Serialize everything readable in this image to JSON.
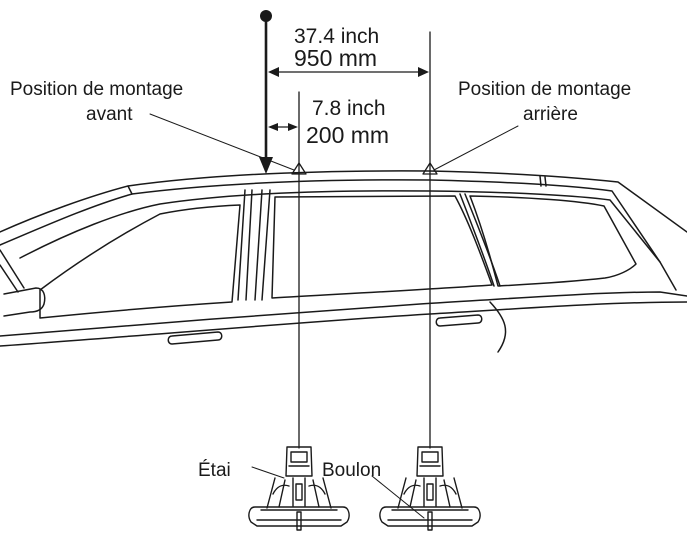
{
  "measurements": {
    "total": {
      "inch": "37.4 inch",
      "mm": "950 mm"
    },
    "front_offset": {
      "inch": "7.8 inch",
      "mm": "200 mm"
    }
  },
  "labels": {
    "front_position_line1": "Position de montage",
    "front_position_line2": "avant",
    "rear_position_line1": "Position de montage",
    "rear_position_line2": "arrière",
    "stay": "Étai",
    "bolt": "Boulon"
  },
  "colors": {
    "ink": "#1a1a1a",
    "background": "#ffffff"
  }
}
